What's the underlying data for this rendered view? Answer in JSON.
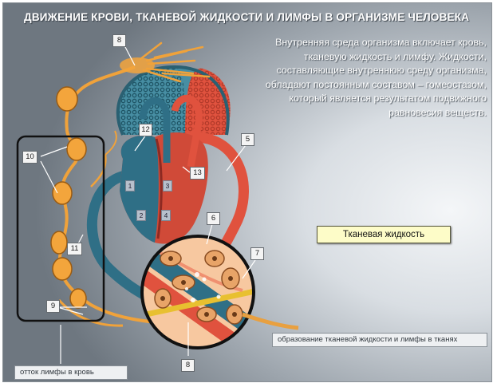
{
  "title": "ДВИЖЕНИЕ КРОВИ, ТКАНЕВОЙ ЖИДКОСТИ И ЛИМФЫ В ОРГАНИЗМЕ ЧЕЛОВЕКА",
  "intro": "Внутренняя среда организма включает кровь, тканевую жидкость и лимфу. Жидкости, составляющие внутреннюю среду организма, обладают постоянным составом – гомеостазом, который является результатом подвижного равновесия веществ.",
  "tissue_fluid_label": "Тканевая жидкость",
  "formation_note": "образование тканевой жидкости и лимфы в тканях",
  "outflow_note": "отток лимфы в кровь",
  "callouts": {
    "c8_top": "8",
    "c12": "12",
    "c5": "5",
    "c13": "13",
    "c10": "10",
    "c6": "6",
    "c7": "7",
    "c11": "11",
    "c9": "9",
    "c8_bottom": "8"
  },
  "heart_chambers": {
    "h1": "1",
    "h2": "2",
    "h3": "3",
    "h4": "4"
  },
  "colors": {
    "venous_blood": "#2f6f86",
    "arterial_blood": "#e0523e",
    "lymph": "#f0a23a",
    "label_background": "#fdfcc8"
  },
  "icons": [
    "heart-diagram",
    "lymph-node-icon",
    "tissue-magnifier-icon"
  ]
}
